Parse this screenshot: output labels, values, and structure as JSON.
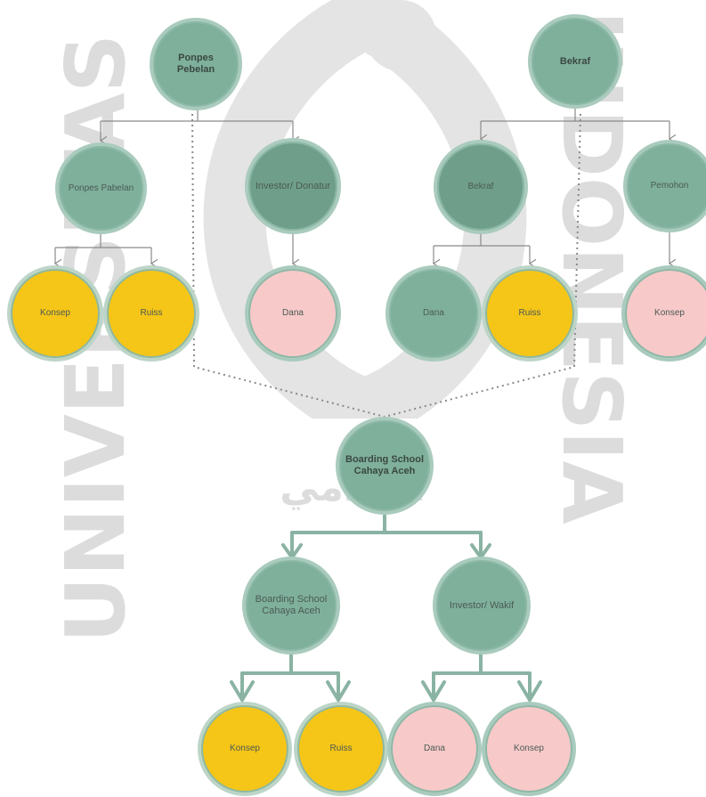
{
  "watermark": {
    "left_text": "UNIVERSITAS",
    "right_text": "INDONESIA",
    "bottom_text": "اسلامي"
  },
  "nodes": {
    "ponpes_root": "Ponpes Pebelan",
    "bekraf_root": "Bekraf",
    "ponpes_child": "Ponpes Pabelan",
    "investor_donatur": "Investor/ Donatur",
    "bekraf_child": "Bekraf",
    "pemohon": "Pemohon",
    "konsep_1": "Konsep",
    "ruiss_1": "Ruiss",
    "dana_1": "Dana",
    "dana_2": "Dana",
    "ruiss_2": "Ruiss",
    "konsep_2": "Konsep",
    "bsca_center": "Boarding School Cahaya Aceh",
    "bsca_child": "Boarding School Cahaya Aceh",
    "investor_wakif": "Investor/ Wakif",
    "konsep_3": "Konsep",
    "ruiss_3": "Ruiss",
    "dana_3": "Dana",
    "konsep_4": "Konsep"
  },
  "colors": {
    "green_node": "#7fb09c",
    "yellow_node": "#f5c518",
    "pink_node": "#f7c9c9",
    "connector": "#8ab3a3",
    "thin_connector": "#8a8a8a",
    "dotted_connector": "#8a8a8a"
  }
}
